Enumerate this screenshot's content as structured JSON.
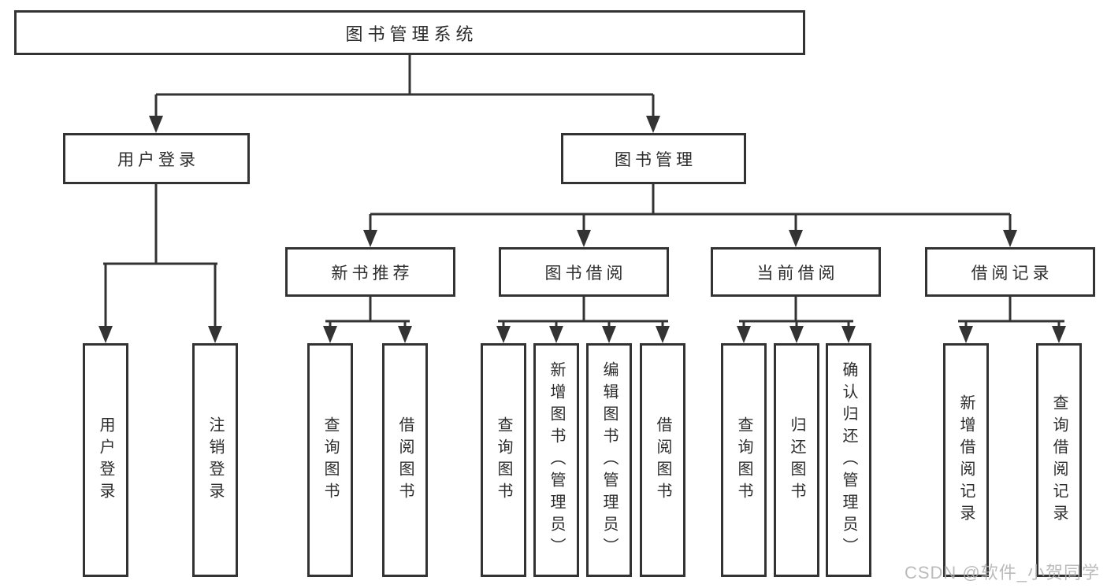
{
  "colors": {
    "line": "#333333",
    "text": "#2d2d2d",
    "background": "#ffffff",
    "watermark": "#b0b0b0"
  },
  "root": {
    "label": "图书管理系统"
  },
  "branches": [
    {
      "label": "用户登录",
      "leaves": [
        "用户登录",
        "注销登录"
      ]
    },
    {
      "label": "图书管理",
      "children": [
        {
          "label": "新书推荐",
          "leaves": [
            "查询图书",
            "借阅图书"
          ]
        },
        {
          "label": "图书借阅",
          "leaves": [
            "查询图书",
            "新增图书（管理员）",
            "编辑图书（管理员）",
            "借阅图书"
          ]
        },
        {
          "label": "当前借阅",
          "leaves": [
            "查询图书",
            "归还图书",
            "确认归还（管理员）"
          ]
        },
        {
          "label": "借阅记录",
          "leaves": [
            "新增借阅记录",
            "查询借阅记录"
          ]
        }
      ]
    }
  ],
  "watermark": {
    "text": "CSDN @软件_小贺同学"
  }
}
